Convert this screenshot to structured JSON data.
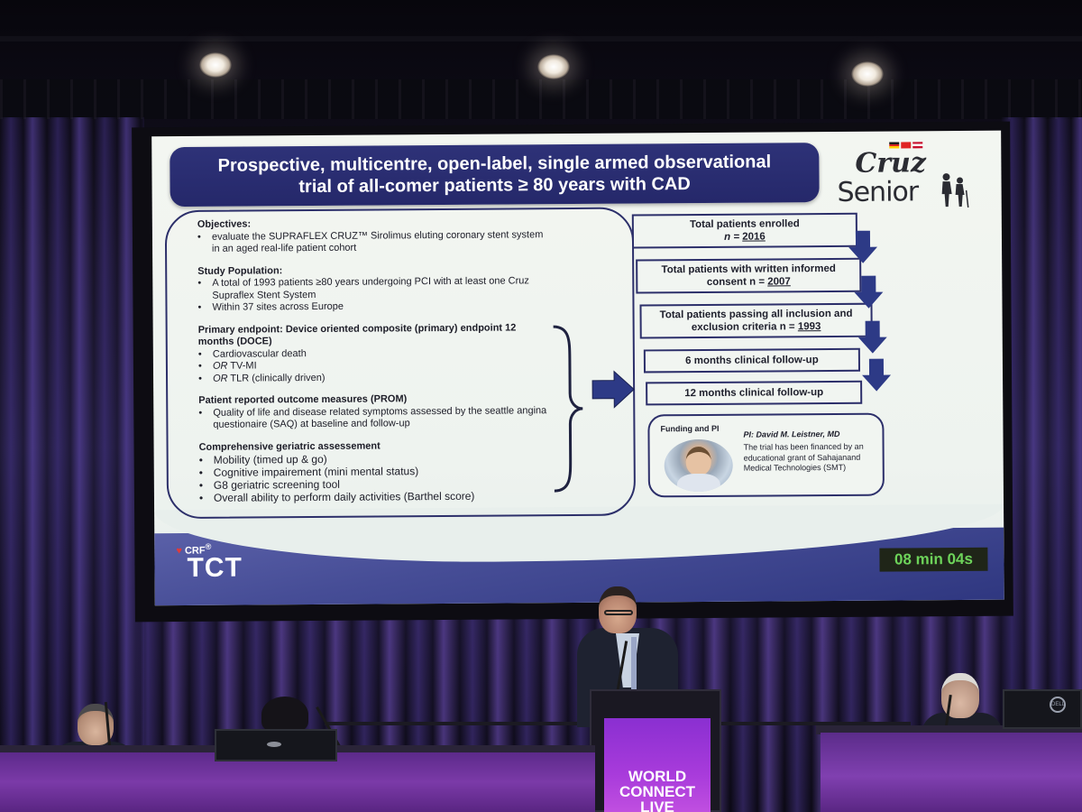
{
  "slide": {
    "title_line1": "Prospective, multicentre, open-label, single armed observational",
    "title_line2": "trial of all-comer patients ≥ 80 years with CAD",
    "logo_top": "Cruz",
    "logo_bottom": "Senior",
    "flag_colors": [
      "#1a1a1a",
      "#dd2222",
      "#ffcc00",
      "#e02424",
      "#ffffff",
      "#e02424",
      "#c8102e",
      "#ffffff",
      "#c8102e"
    ],
    "objectives": {
      "heading": "Objectives:",
      "items": [
        "evaluate the SUPRAFLEX CRUZ™ Sirolimus eluting coronary stent system in an aged real-life patient cohort"
      ]
    },
    "population": {
      "heading": "Study Population:",
      "items": [
        "A total of 1993 patients ≥80 years undergoing PCI with at least one Cruz Supraflex Stent System",
        "Within 37 sites across Europe"
      ]
    },
    "primary": {
      "heading": "Primary endpoint: Device oriented composite (primary) endpoint 12 months (DOCE)",
      "items": [
        "Cardiovascular death",
        "OR TV-MI",
        "OR TLR (clinically driven)"
      ]
    },
    "prom": {
      "heading": "Patient reported outcome measures (PROM)",
      "items": [
        "Quality of life and disease related symptoms assessed by the seattle angina questionaire (SAQ) at baseline and follow-up"
      ]
    },
    "geriatric": {
      "heading": "Comprehensive geriatric assessement",
      "items": [
        "Mobility (timed up & go)",
        "Cognitive impairement (mini mental status)",
        "G8 geriatric screening tool",
        "Overall ability to perform daily activities (Barthel score)"
      ]
    },
    "flow": [
      {
        "line1": "Total patients enrolled",
        "line2_prefix": "n = ",
        "value": "2016"
      },
      {
        "line1": "Total patients with written informed",
        "line2_prefix": "consent n = ",
        "value": "2007"
      },
      {
        "line1": "Total patients passing all inclusion and",
        "line2_prefix": "exclusion criteria n = ",
        "value": "1993"
      },
      {
        "line1": "6 months clinical follow-up"
      },
      {
        "line1": "12 months clinical follow-up"
      }
    ],
    "funding": {
      "heading": "Funding and PI",
      "pi": "PI: David M. Leistner, MD",
      "description": "The trial has been financed by an educational grant of Sahajanand Medical Technologies (SMT)"
    },
    "footer": {
      "crf": "CRF",
      "tct": "TCT",
      "timer": "08 min 04s"
    }
  },
  "stage": {
    "podium_text_line1": "WORLD",
    "podium_text_line2": "CONNECT",
    "podium_text_line3": "LIVE",
    "laptop_brand": "DELL"
  },
  "colors": {
    "title_bg": "#2e3278",
    "box_border": "#2c2f6a",
    "arrow_fill": "#2d3a86",
    "timer_text": "#6dd35a",
    "podium_purple": "#a83bdb"
  }
}
